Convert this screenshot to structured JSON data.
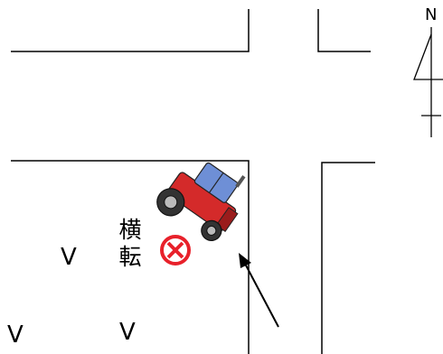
{
  "compass": {
    "north_label": "N"
  },
  "accident": {
    "label_chars": [
      "横",
      "転"
    ],
    "marker_color": "#e8212b"
  },
  "field_marks": [
    "V",
    "V",
    "V"
  ],
  "colors": {
    "tractor_body": "#d42a2a",
    "tractor_cab": "#6e8fd6",
    "lines": "#000000"
  }
}
